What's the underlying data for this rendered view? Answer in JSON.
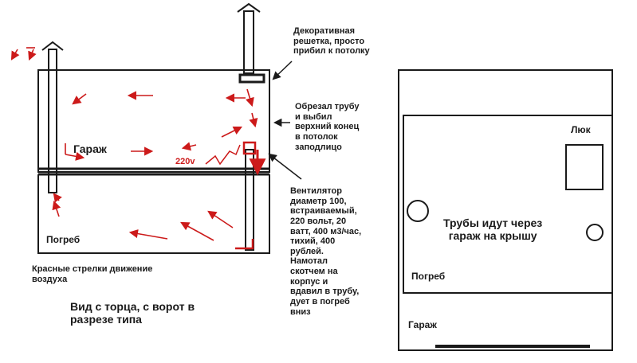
{
  "colors": {
    "line": "#1a1a1a",
    "arrow": "#cc1a1a",
    "background": "#ffffff"
  },
  "left_view": {
    "room_top": "Гараж",
    "room_bottom": "Погреб",
    "voltage": "220v",
    "grille_note": "Декоративная\nрешетка, просто\nприбил к потолку",
    "pipe_note": "Обрезал трубу\nи выбил\nверхний конец\nв потолок\nзаподлицо",
    "fan_note": "Вентилятор\nдиаметр 100,\nвстраиваемый,\n220 вольт, 20\nватт, 400 м3/час,\nтихий, 400\nрублей.\nНамотал\nскотчем на\nкорпус и\nвдавил в трубу,\nдует в погреб\n вниз",
    "legend": "Красные стрелки движение\nвоздуха",
    "caption": "Вид с торца, с ворот в\nразрезе типа"
  },
  "right_view": {
    "hatch": "Люк",
    "pipes_note": "Трубы идут через\nгараж на крышу",
    "room_inner": "Погреб",
    "room_outer": "Гараж"
  }
}
